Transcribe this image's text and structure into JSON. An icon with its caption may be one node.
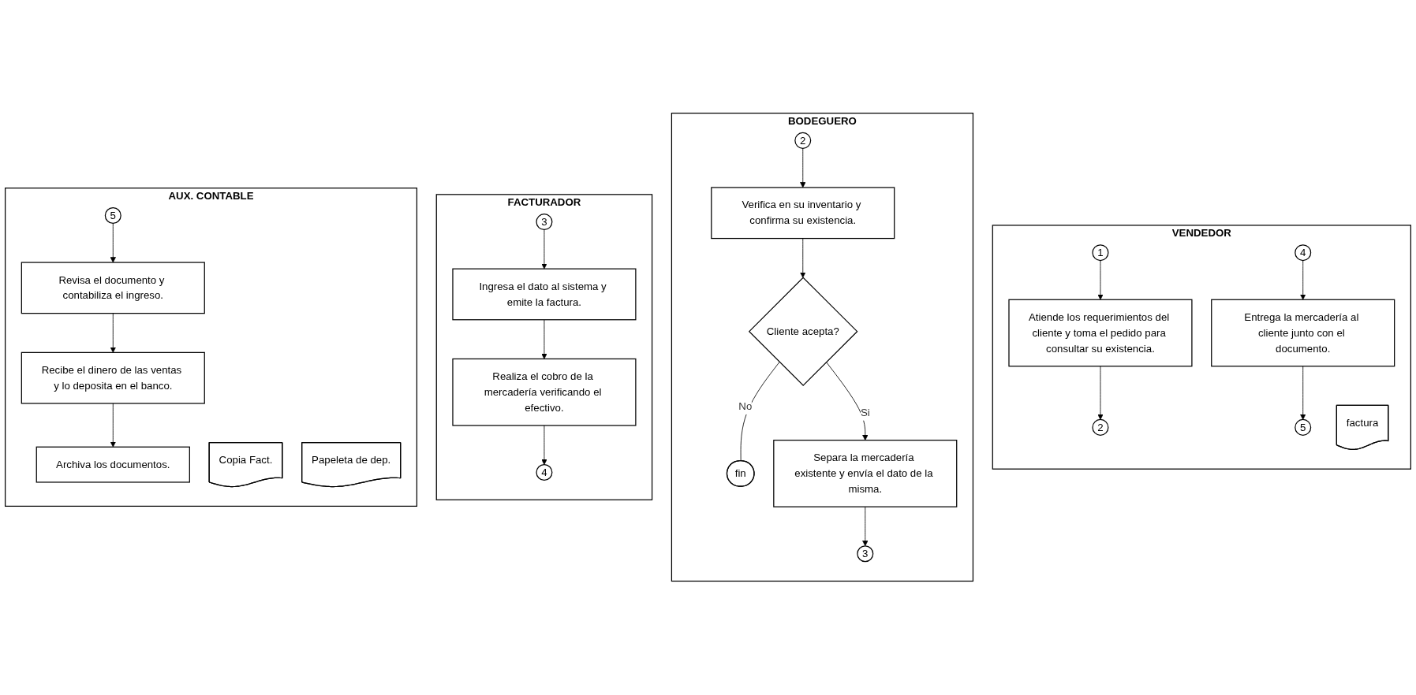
{
  "diagram": {
    "nodes": [
      {
        "text": [
          "VENDEDOR"
        ]
      },
      {
        "text": [
          "1"
        ],
        "in": 0
      },
      {
        "text": [
          "Atiende los requerimientos del cliente y toma el pedido para consultar su existencia."
        ],
        "in": 0
      },
      {
        "text": [
          "2"
        ],
        "in": 0
      },
      {
        "text": [
          "4"
        ],
        "in": 0
      },
      {
        "text": [
          "Entrega la mercadería al cliente junto con el documento."
        ],
        "in": 0
      },
      {
        "text": [
          "factura"
        ],
        "in": 0
      },
      {
        "text": [
          "5"
        ],
        "in": 0
      },
      {
        "text": [
          "BODEGUERO"
        ]
      },
      {
        "text": [
          "2"
        ],
        "in": 8
      },
      {
        "text": [
          "Verifica en su inventario y confirma su existencia."
        ],
        "in": 8
      },
      {
        "text": [
          "Cliente acepta?"
        ],
        "in": 8
      },
      {
        "text": [
          "fin"
        ],
        "in": 8
      },
      {
        "text": [
          "Separa la mercadería existente y envía el dato de la misma."
        ],
        "in": 8
      },
      {
        "text": [
          "3"
        ],
        "in": 8
      },
      {
        "text": [
          "FACTURADOR"
        ]
      },
      {
        "text": [
          "3"
        ],
        "in": 15
      },
      {
        "text": [
          "Ingresa el dato al sistema y emite la factura."
        ],
        "in": 15
      },
      {
        "text": [
          "Realiza el cobro de la mercadería verificando el efectivo."
        ],
        "in": 15
      },
      {
        "text": [
          "4"
        ],
        "in": 15
      },
      {
        "text": [
          "AUX. CONTABLE"
        ]
      },
      {
        "text": [
          "5"
        ],
        "in": 20
      },
      {
        "text": [
          "Revisa el documento y contabiliza el ingreso."
        ],
        "in": 20
      },
      {
        "text": [
          "Copia Fact."
        ],
        "in": 20
      },
      {
        "text": [
          "Recibe el dinero de las ventas y lo deposita en el banco."
        ],
        "in": 20
      },
      {
        "text": [
          "Papeleta de dep."
        ],
        "in": 20
      },
      {
        "text": [
          "Archiva los documentos."
        ],
        "in": 20
      }
    ],
    "edges": [
      {
        "from": 1,
        "to": 2,
        "arrow": "to"
      },
      {
        "from": 2,
        "to": 3,
        "arrow": "to"
      },
      {
        "from": 4,
        "to": 5,
        "arrow": "to"
      },
      {
        "from": 5,
        "to": 7,
        "arrow": "to"
      },
      {
        "from": 9,
        "to": 10,
        "arrow": "to"
      },
      {
        "from": 10,
        "to": 11,
        "arrow": "to"
      },
      {
        "from": 11,
        "to": 12,
        "arrow": "none",
        "label": "No"
      },
      {
        "from": 11,
        "to": 13,
        "arrow": "to",
        "label": "Si"
      },
      {
        "from": 13,
        "to": 14,
        "arrow": "to"
      },
      {
        "from": 16,
        "to": 17,
        "arrow": "to"
      },
      {
        "from": 17,
        "to": 18,
        "arrow": "to"
      },
      {
        "from": 18,
        "to": 19,
        "arrow": "to"
      },
      {
        "from": 21,
        "to": 22,
        "arrow": "to"
      },
      {
        "from": 22,
        "to": 24,
        "arrow": "to"
      },
      {
        "from": 24,
        "to": 26,
        "arrow": "to"
      }
    ]
  }
}
